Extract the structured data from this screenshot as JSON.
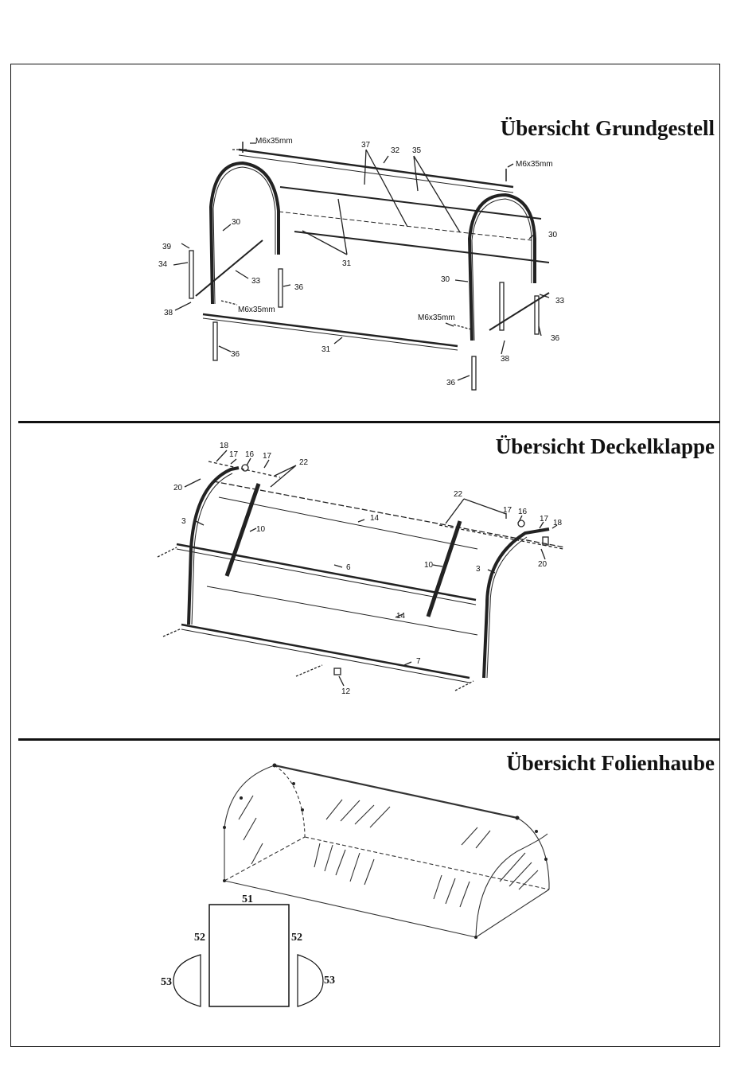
{
  "sections": [
    {
      "title": "Übersicht Grundgestell",
      "labels": [
        "M6x35mm",
        "37",
        "32",
        "35",
        "M6x35mm",
        "30",
        "30",
        "39",
        "34",
        "33",
        "31",
        "36",
        "38",
        "M6x35mm",
        "30",
        "33",
        "M6x35mm",
        "31",
        "36",
        "36",
        "38",
        "36"
      ]
    },
    {
      "title": "Übersicht Deckelklappe",
      "labels": [
        "18",
        "17",
        "16",
        "17",
        "22",
        "20",
        "3",
        "10",
        "14",
        "22",
        "17",
        "16",
        "17",
        "18",
        "20",
        "10",
        "3",
        "6",
        "14",
        "7",
        "12"
      ]
    },
    {
      "title": "Übersicht Folienhaube",
      "labels": [
        "51",
        "52",
        "52",
        "53",
        "53"
      ]
    }
  ]
}
